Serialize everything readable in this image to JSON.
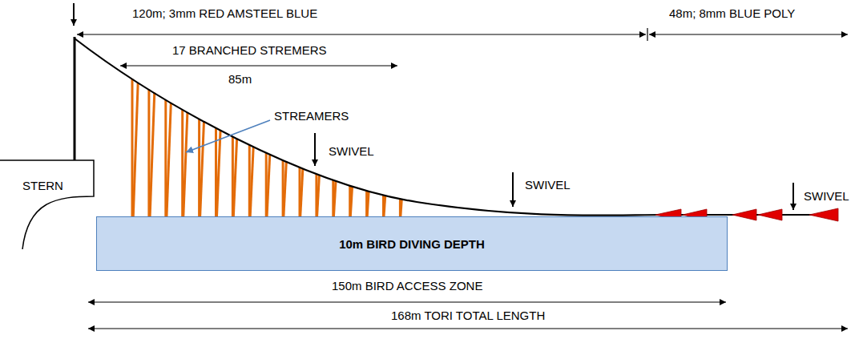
{
  "diagram": {
    "nodes": [
      {
        "text": [
          "STERN"
        ]
      },
      {
        "text": [
          "10m BIRD DIVING DEPTH"
        ]
      }
    ],
    "labels": [
      "120m; 3mm RED AMSTEEL BLUE",
      "48m; 8mm BLUE POLY",
      "17 BRANCHED STREMERS",
      "85m",
      "STREAMERS",
      "SWIVEL",
      "SWIVEL",
      "SWIVEL",
      "150m BIRD ACCESS ZONE",
      "168m TORI TOTAL LENGTH"
    ]
  }
}
